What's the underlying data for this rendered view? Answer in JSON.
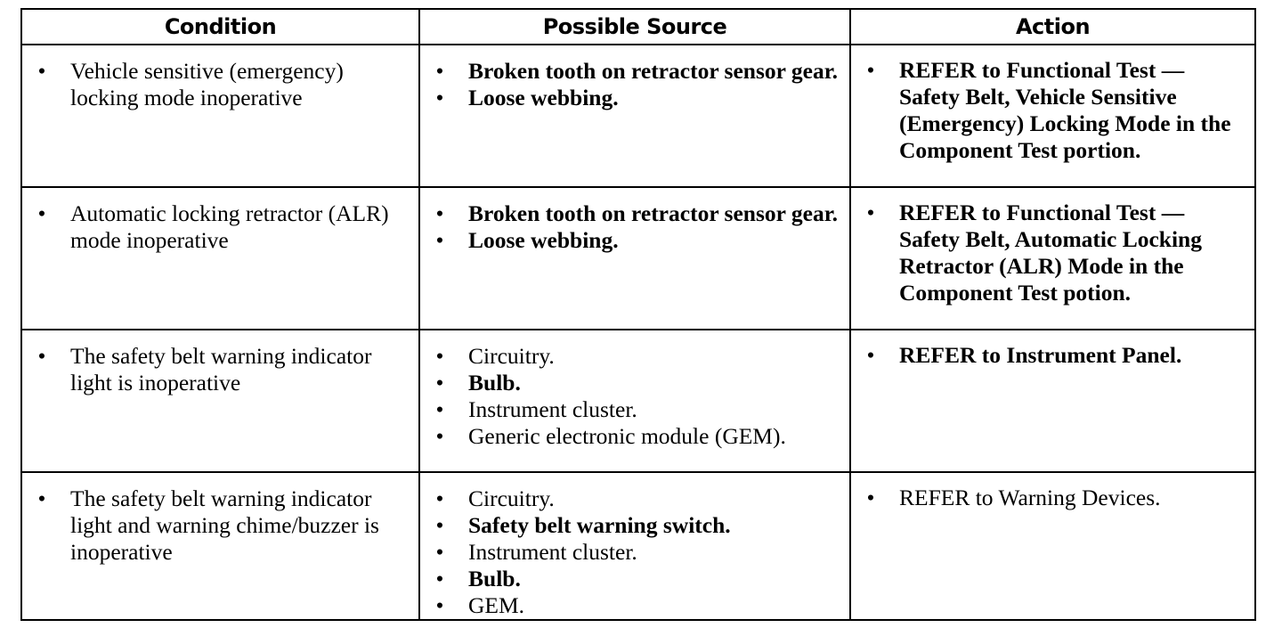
{
  "table": {
    "headers": [
      "Condition",
      "Possible Source",
      "Action"
    ],
    "rows": [
      {
        "condition": [
          "Vehicle sensitive (emergency) locking mode inoperative"
        ],
        "sources": [
          "Broken tooth on retractor sensor gear.",
          "Loose webbing."
        ],
        "actions": [
          "REFER to Functional Test — Safety Belt, Vehicle Sensitive (Emergency) Locking Mode in the Component Test portion."
        ]
      },
      {
        "condition": [
          "Automatic locking retractor (ALR) mode inoperative"
        ],
        "sources": [
          "Broken tooth on retractor sensor gear.",
          "Loose webbing."
        ],
        "actions": [
          "REFER to Functional Test — Safety Belt, Automatic Locking Retractor (ALR) Mode in the Component Test potion."
        ]
      },
      {
        "condition": [
          "The safety belt warning indicator light is inoperative"
        ],
        "sources": [
          "Circuitry.",
          "Bulb.",
          "Instrument cluster.",
          "Generic electronic module (GEM)."
        ],
        "actions": [
          "REFER to Instrument Panel."
        ]
      },
      {
        "condition": [
          "The safety belt warning indicator light and warning chime/buzzer is inoperative"
        ],
        "sources": [
          "Circuitry.",
          "Safety belt warning switch.",
          "Instrument cluster.",
          "Bulb.",
          "GEM."
        ],
        "actions": [
          "REFER to Warning Devices."
        ]
      }
    ]
  },
  "bullet_char": "•"
}
